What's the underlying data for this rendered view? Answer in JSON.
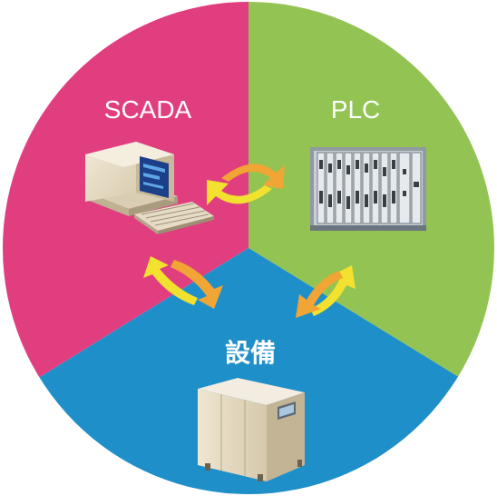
{
  "diagram": {
    "segments": [
      {
        "id": "scada",
        "label": "SCADA",
        "color": "#e13e80",
        "icon": "computer-workstation-icon"
      },
      {
        "id": "plc",
        "label": "PLC",
        "color": "#93c453",
        "icon": "plc-rack-icon"
      },
      {
        "id": "equipment",
        "label": "設備",
        "color": "#1f8fca",
        "icon": "industrial-machine-icon"
      }
    ],
    "arrow_colors": {
      "orange": "#f0a534",
      "yellow": "#f2e12f"
    },
    "connections": [
      {
        "from": "scada",
        "to": "plc",
        "icon": "bidirectional-arrows-icon"
      },
      {
        "from": "scada",
        "to": "equipment",
        "icon": "bidirectional-arrows-icon"
      },
      {
        "from": "plc",
        "to": "equipment",
        "icon": "bidirectional-arrows-icon"
      }
    ]
  }
}
